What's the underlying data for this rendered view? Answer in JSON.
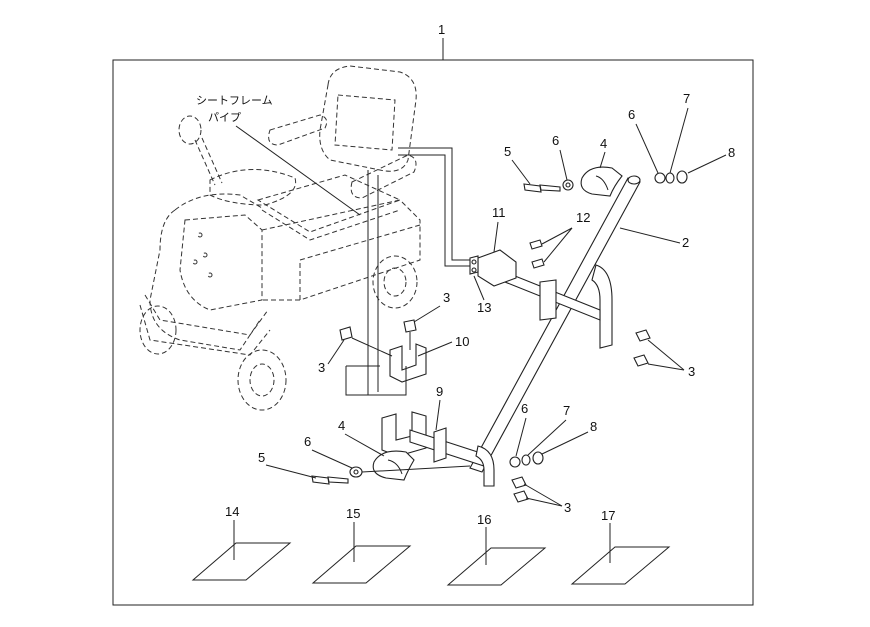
{
  "diagram": {
    "callout_main": "1",
    "seat_frame_label_line1": "シートフレーム",
    "seat_frame_label_line2": "パイプ",
    "callouts": {
      "c2": "2",
      "c3a": "3",
      "c3b": "3",
      "c3c": "3",
      "c3d": "3",
      "c4a": "4",
      "c4b": "4",
      "c5a": "5",
      "c5b": "5",
      "c6a": "6",
      "c6b": "6",
      "c6c": "6",
      "c6d": "6",
      "c7a": "7",
      "c7b": "7",
      "c8a": "8",
      "c8b": "8",
      "c9": "9",
      "c10": "10",
      "c11": "11",
      "c12": "12",
      "c13": "13",
      "c14": "14",
      "c15": "15",
      "c16": "16",
      "c17": "17"
    }
  }
}
